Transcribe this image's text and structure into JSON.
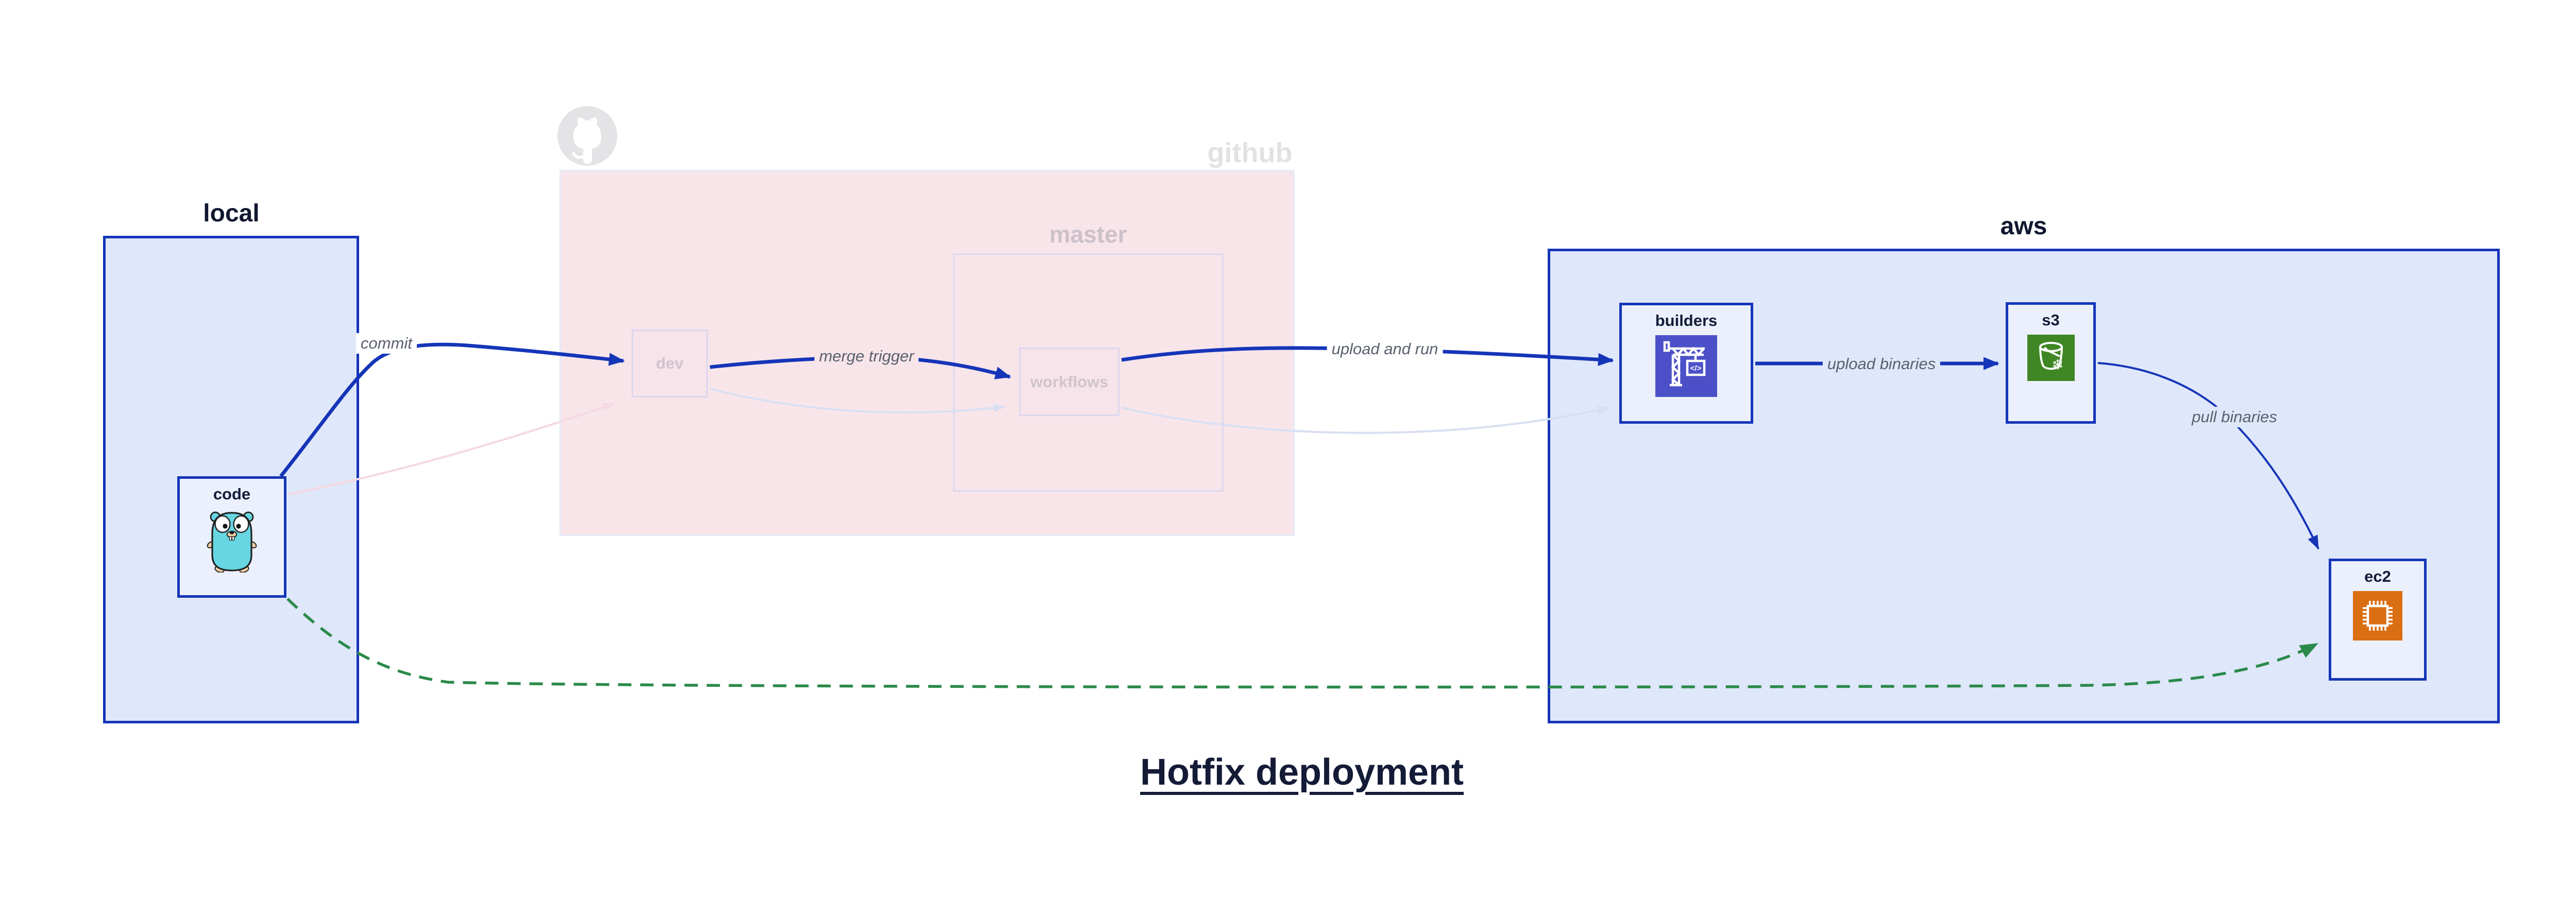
{
  "title": {
    "text": "Hotfix deployment"
  },
  "groups": {
    "local": {
      "label": "local"
    },
    "github": {
      "label": "github",
      "branch": "master"
    },
    "aws": {
      "label": "aws"
    }
  },
  "nodes": {
    "code": {
      "label": "code",
      "icon": "gopher-icon"
    },
    "dev": {
      "label": "dev"
    },
    "workflows": {
      "label": "workflows"
    },
    "builders": {
      "label": "builders",
      "icon": "codebuild-crane-icon"
    },
    "s3": {
      "label": "s3",
      "icon": "s3-glacier-bucket-icon"
    },
    "ec2": {
      "label": "ec2",
      "icon": "ec2-chip-icon"
    }
  },
  "edges": {
    "commit": {
      "label": "commit"
    },
    "merge_trigger": {
      "label": "merge trigger"
    },
    "upload_and_run": {
      "label": "upload and run"
    },
    "upload_binaries": {
      "label": "upload binaries"
    },
    "pull_binaries": {
      "label": "pull binaries"
    }
  },
  "colors": {
    "accent_blue": "#1535b8",
    "container_fill": "#dfe7fa",
    "node_fill": "#ebf0fc",
    "github_pink_fill": "#f8e5ea",
    "faded_lavender_edge": "#d9dff2",
    "faded_pink_edge": "#f5d9e2",
    "hotfix_green": "#2b8a4a",
    "codebuild_purple": "#4c50c8",
    "s3_green": "#3f8624",
    "ec2_orange": "#d96e12",
    "gopher_teal": "#67d6e2",
    "octocat_gray": "#e4e4e7"
  }
}
